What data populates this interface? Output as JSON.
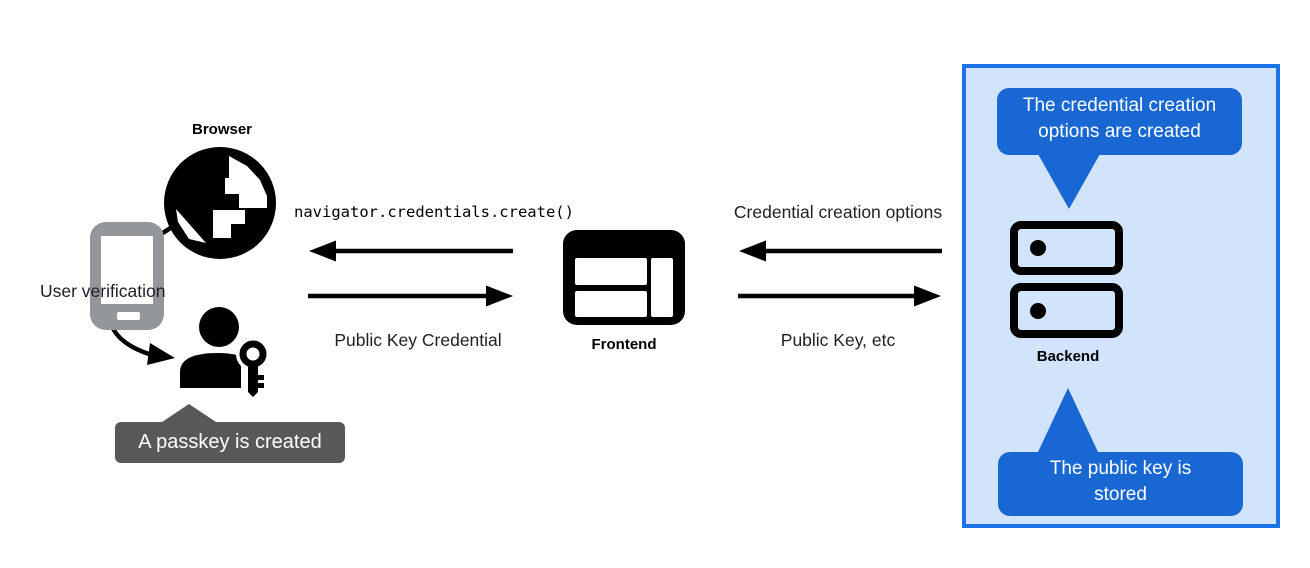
{
  "labels": {
    "browser": "Browser",
    "frontend": "Frontend",
    "backend": "Backend",
    "user_verification": "User verification"
  },
  "messages": {
    "navigator_create": "navigator.credentials.create()",
    "public_key_credential": "Public Key Credential",
    "credential_creation_options": "Credential creation options",
    "public_key_etc": "Public Key, etc"
  },
  "tooltips": {
    "passkey_created": "A passkey is created",
    "cred_options_line1": "The credential creation",
    "cred_options_line2": "options are created",
    "public_key_stored_line1": "The public key is",
    "public_key_stored_line2": "stored"
  },
  "colors": {
    "tooltip_gray": "#58585A",
    "tooltip_blue": "#1967D2",
    "panel_border_blue": "#1A73E8",
    "panel_fill_blue": "#D2E3FC",
    "phone_gray": "#93979B",
    "icon_black": "#000000"
  }
}
